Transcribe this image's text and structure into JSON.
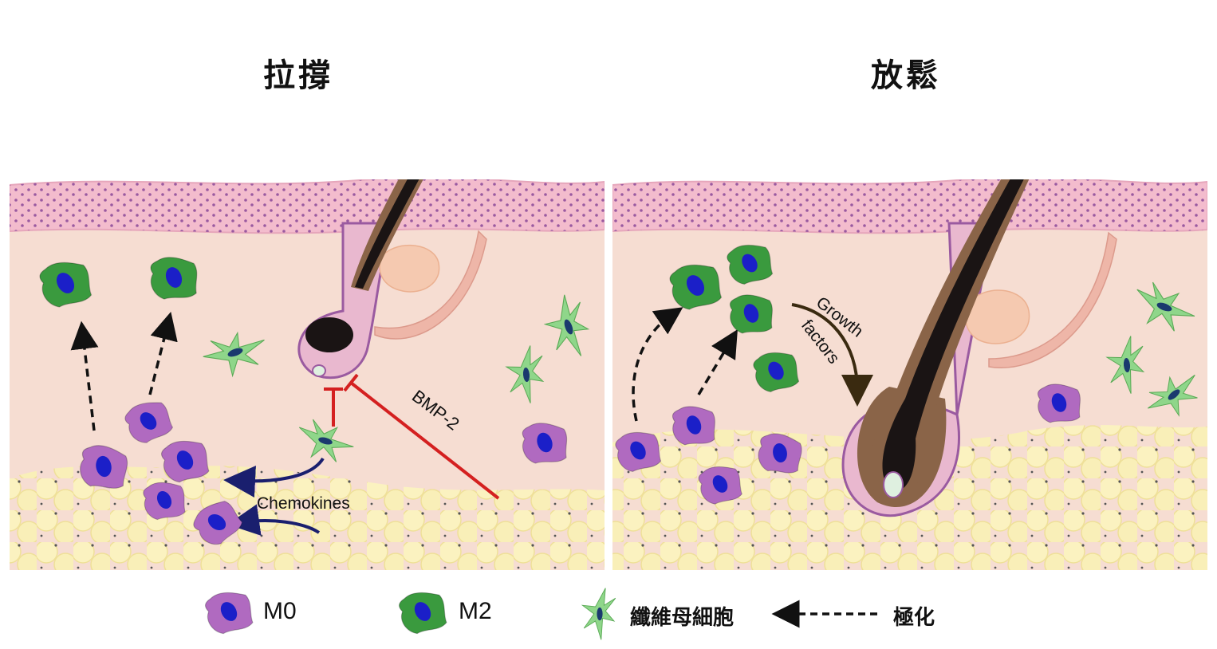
{
  "panels": {
    "left": {
      "title": "拉撐"
    },
    "right": {
      "title": "放鬆"
    }
  },
  "labels": {
    "chemokines": "Chemokines",
    "bmp2": "BMP-2",
    "growth": "Growth",
    "factors": "factors"
  },
  "legend": {
    "m0": "M0",
    "m2": "M2",
    "fibroblast": "纖維母細胞",
    "polarization": "極化"
  },
  "colors": {
    "epidermis": "#f3bccd",
    "dermis": "#f6ddd2",
    "fat": "#f8eeb0",
    "m0": "#b06ac0",
    "m2": "#3a9a3e",
    "fibroblast": "#8fd68a",
    "nucleus": "#1b1fc8",
    "inhibit": "#d42020",
    "chemokine_arrow": "#1a1f6e"
  }
}
